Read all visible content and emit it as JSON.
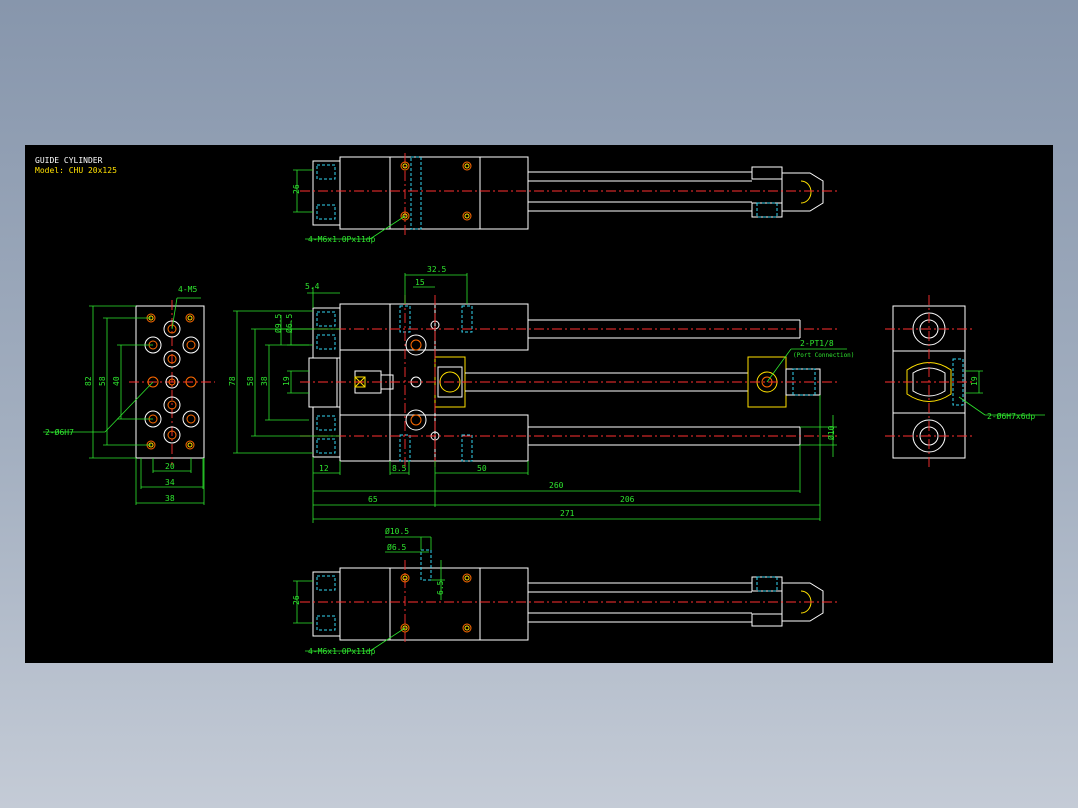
{
  "title_block": {
    "title": "GUIDE CYLINDER",
    "model": "Model: CHU 20x125"
  },
  "colors": {
    "canvas_bg": "#000000",
    "outline": "#ffffff",
    "hidden": "#35d6f2",
    "center": "#ff3030",
    "dimension": "#2ee62e",
    "title": "#ffffff",
    "model": "#ffe000"
  },
  "callouts": {
    "top_tap": "4-M6x1.0Px11dp",
    "bottom_tap": "4-M6x1.0Px11dp",
    "end_tap": "4-M5",
    "end_pin": "2-Ø6H7",
    "port": "2-PT1/8",
    "port_note": "(Port Connection)",
    "rear_pin": "2-Ø6H7x6dp"
  },
  "dims": {
    "top_26": "26",
    "bot_26": "26",
    "d_32_5": "32.5",
    "d_15": "15",
    "d_5_4": "5.4",
    "d_9_5": "Ø9.5",
    "d_6_5": "Ø6.5",
    "d_58a": "58",
    "d_38a": "38",
    "d_19": "19",
    "d_78": "78",
    "d_12": "12",
    "d_8_5": "8.5",
    "d_50": "50",
    "d_260": "260",
    "d_65": "65",
    "d_206": "206",
    "d_271": "271",
    "d_10": "Ø10",
    "e_82": "82",
    "e_58": "58",
    "e_40": "40",
    "e_20": "20",
    "e_34": "34",
    "e_38": "38",
    "r_19": "19",
    "b_10_5": "Ø10.5",
    "b_6_5": "Ø6.5",
    "b_6_5v": "6.5"
  }
}
